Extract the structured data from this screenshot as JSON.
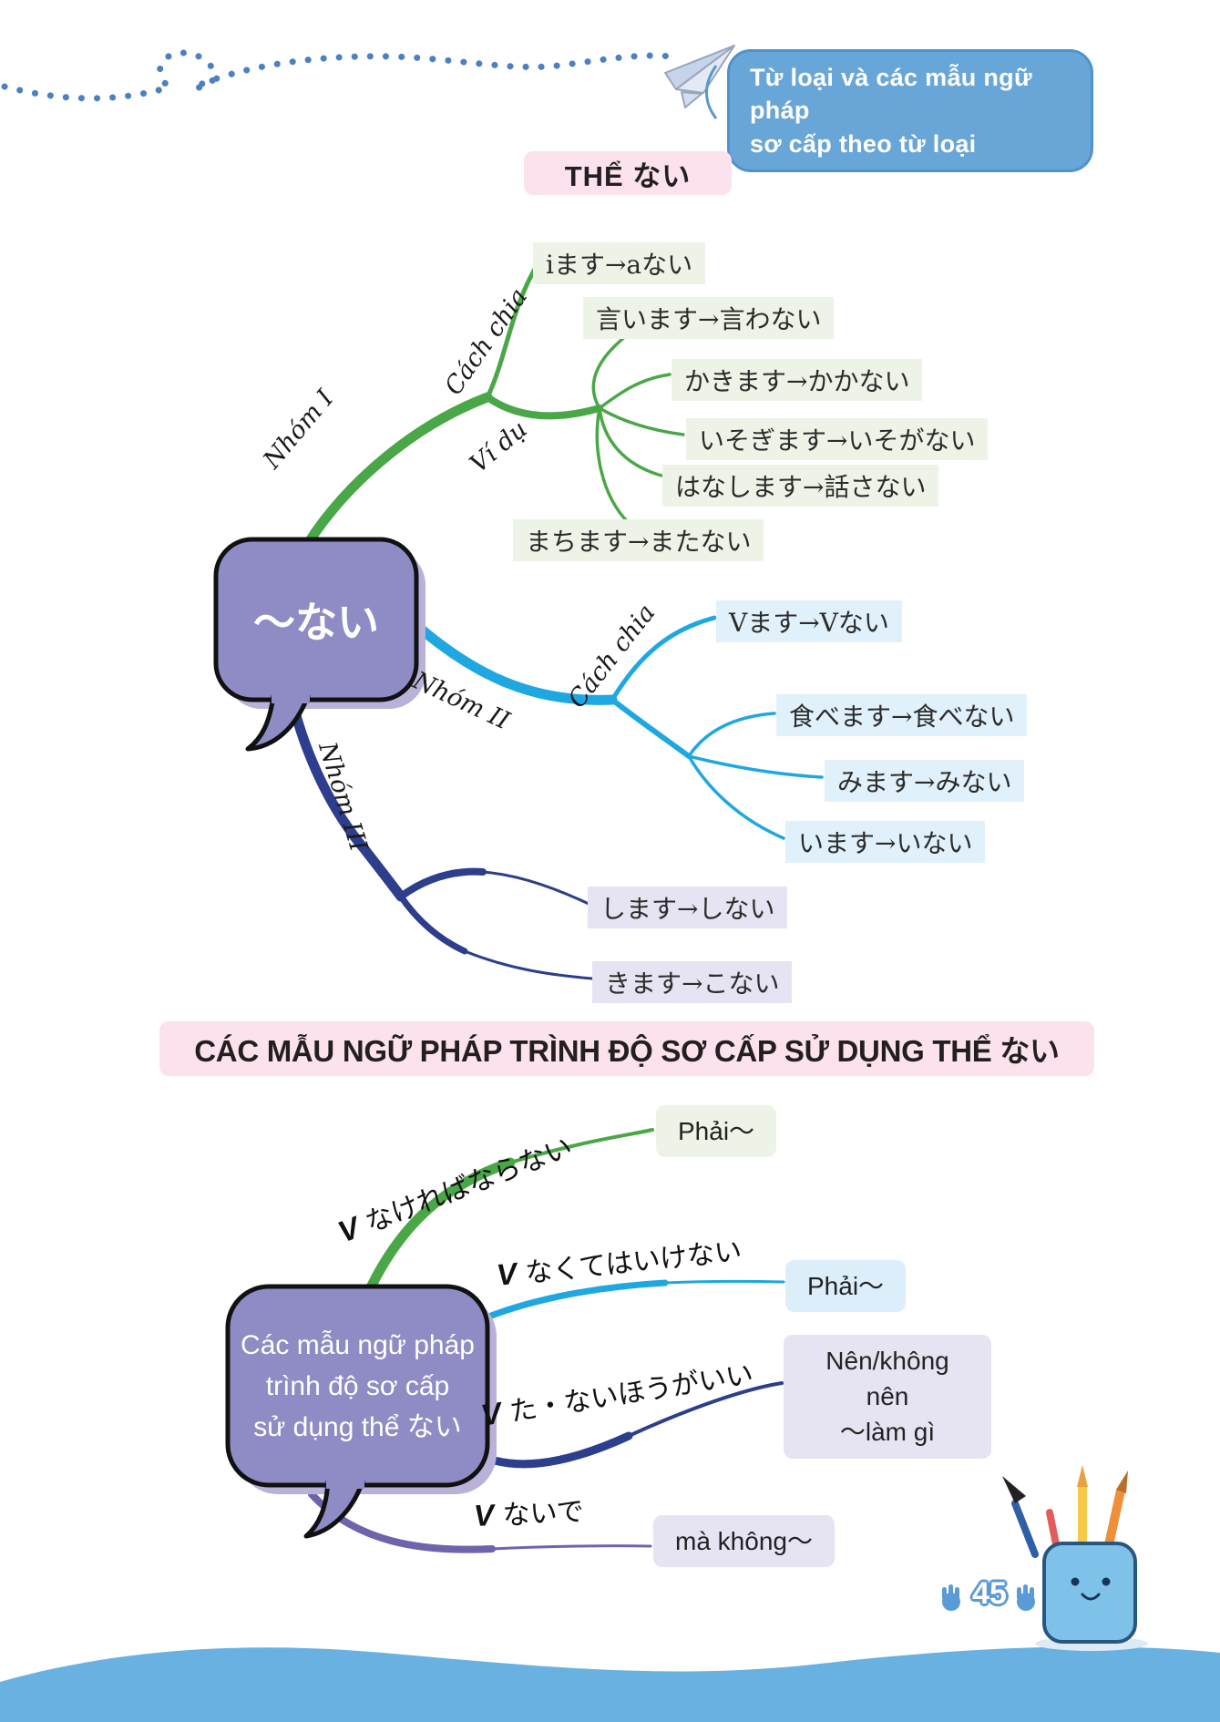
{
  "header": {
    "bubble_line1": "Từ loại và các mẫu ngữ pháp",
    "bubble_line2": "sơ cấp theo từ loại"
  },
  "section1": {
    "title": "THỂ ない",
    "center_label": "〜ない",
    "group1": {
      "name": "Nhóm I",
      "sub1": "Cách chia",
      "sub2": "Ví dụ",
      "rule": "iます→aない",
      "examples": [
        "言います→言わない",
        "かきます→かかない",
        "いそぎます→いそがない",
        "はなします→話さない",
        "まちます→またない"
      ]
    },
    "group2": {
      "name": "Nhóm II",
      "sub1": "Cách chia",
      "rule": "Vます→Vない",
      "examples": [
        "食べます→食べない",
        "みます→みない",
        "います→いない"
      ]
    },
    "group3": {
      "name": "Nhóm III",
      "examples": [
        "します→しない",
        "きます→こない"
      ]
    }
  },
  "section2": {
    "title": "CÁC MẪU NGỮ PHÁP TRÌNH ĐỘ SƠ CẤP SỬ DỤNG THỂ ない",
    "center_lines": [
      "Các mẫu ngữ pháp",
      "trình độ sơ cấp",
      "sử dụng thể ない"
    ],
    "patterns": [
      {
        "v": "V",
        "jp": "なければならない",
        "meaning": "Phải〜"
      },
      {
        "v": "V",
        "jp": "なくてはいけない",
        "meaning": "Phải〜"
      },
      {
        "v": "V",
        "jp": "た・ないほうがいい",
        "meaning": "Nên/không nên\n〜làm gì"
      },
      {
        "v": "V",
        "jp": "ないで",
        "meaning": "mà không〜"
      }
    ]
  },
  "footer": {
    "page_number": "45"
  },
  "colors": {
    "group1_branch": "#4aa747",
    "group2_branch": "#1ea7e1",
    "group3_branch": "#2c3e8c",
    "pattern4_branch": "#6f64ac",
    "center_bubble": "#8f8bc5",
    "title_bg": "#fbe2ec",
    "header_bubble": "#69a6d8",
    "footer_wave": "#68b1e0"
  }
}
